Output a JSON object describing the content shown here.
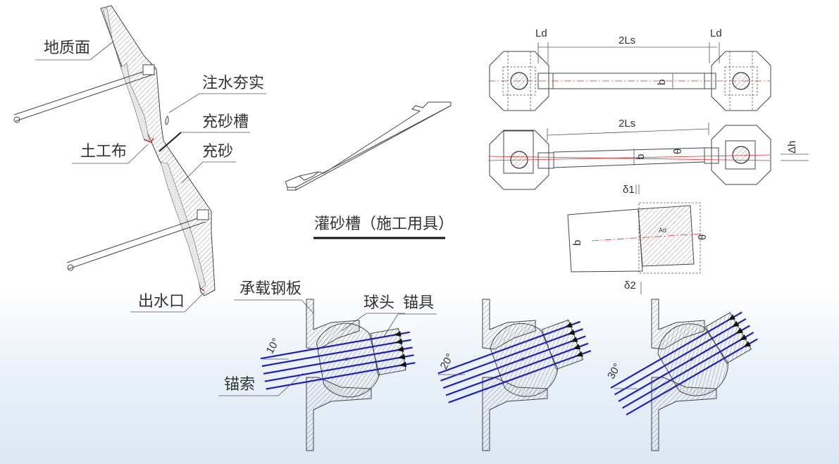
{
  "left_diagram": {
    "labels": {
      "geological_surface": "地质面",
      "water_compaction": "注水夯实",
      "sand_trough": "充砂槽",
      "geotextile": "土工布",
      "sand_fill": "充砂",
      "water_outlet": "出水口"
    }
  },
  "middle_diagram": {
    "title": "灌砂槽（施工用具）"
  },
  "right_diagram": {
    "dims": {
      "ld_left": "Ld",
      "ld_right": "Ld",
      "two_ls_top": "2Ls",
      "two_ls_bottom": "2Ls",
      "b_top": "b",
      "b_bottom": "b",
      "theta": "θ",
      "delta_h": "Δh",
      "delta1": "δ1",
      "delta2": "δ2",
      "b_detail": "b",
      "ad": "Ad",
      "theta_detail": "θ"
    }
  },
  "anchor_diagrams": {
    "labels": {
      "bearing_plate": "承载钢板",
      "ball_head": "球头",
      "anchorage": "锚具",
      "anchor_cable": "锚索"
    },
    "angles": [
      "10°",
      "20°",
      "30°"
    ]
  },
  "colors": {
    "cable": "#1a1fc8",
    "centerline": "#dd3333",
    "line": "#444444"
  }
}
